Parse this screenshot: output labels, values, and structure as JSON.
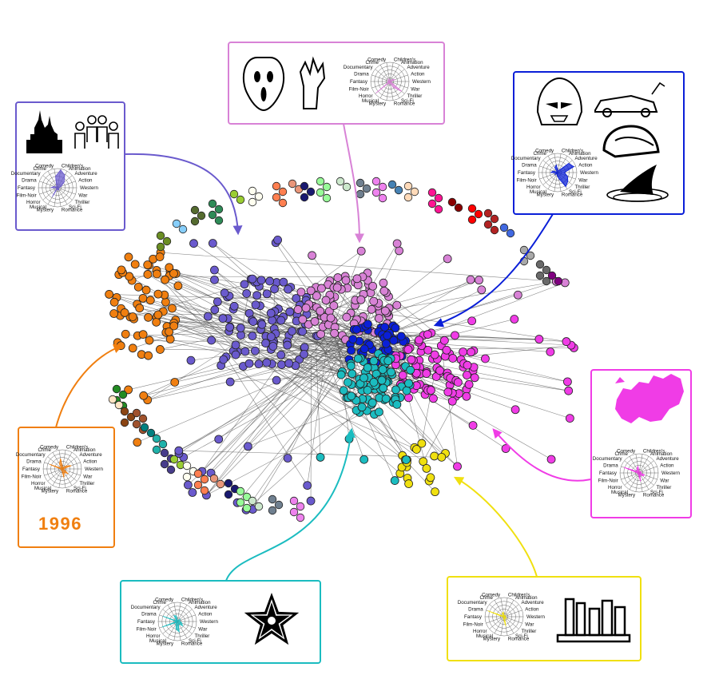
{
  "genres": [
    "Children's",
    "Animation",
    "Adventure",
    "Action",
    "Western",
    "War",
    "Thriller",
    "Sci-Fi",
    "Romance",
    "Mystery",
    "Musical",
    "Horror",
    "Film-Noir",
    "Fantasy",
    "Drama",
    "Documentary",
    "Crime",
    "Comedy"
  ],
  "communities": [
    {
      "id": "kids",
      "color": "#6a5acd",
      "icons": [
        "castle-icon",
        "family-icon"
      ],
      "profile": [
        0.95,
        0.75,
        0.45,
        0.2,
        0.08,
        0.05,
        0.08,
        0.15,
        0.12,
        0.05,
        0.55,
        0.05,
        0.02,
        0.35,
        0.2,
        0.05,
        0.1,
        0.6
      ]
    },
    {
      "id": "horror",
      "color": "#d882d6",
      "icons": [
        "scream-mask-icon",
        "zombie-hand-icon"
      ],
      "profile": [
        0.05,
        0.05,
        0.15,
        0.3,
        0.05,
        0.05,
        0.8,
        0.35,
        0.08,
        0.15,
        0.05,
        0.95,
        0.05,
        0.12,
        0.12,
        0.02,
        0.15,
        0.1
      ]
    },
    {
      "id": "blockbuster",
      "color": "#0a1fd8",
      "icons": [
        "darth-vader-icon",
        "delorean-icon",
        "army-helmet-icon",
        "shark-fin-icon"
      ],
      "profile": [
        0.1,
        0.12,
        0.75,
        0.9,
        0.35,
        0.55,
        0.7,
        0.85,
        0.3,
        0.15,
        0.05,
        0.2,
        0.08,
        0.35,
        0.25,
        0.02,
        0.3,
        0.4
      ]
    },
    {
      "id": "decade",
      "color": "#f07f10",
      "label": "1996",
      "profile": [
        0.1,
        0.08,
        0.25,
        0.5,
        0.05,
        0.1,
        0.4,
        0.2,
        0.45,
        0.1,
        0.05,
        0.1,
        0.02,
        0.1,
        0.7,
        0.05,
        0.3,
        0.55
      ]
    },
    {
      "id": "european",
      "color": "#f03ce6",
      "icons": [
        "europe-map-icon"
      ],
      "profile": [
        0.05,
        0.05,
        0.1,
        0.12,
        0.05,
        0.3,
        0.25,
        0.08,
        0.45,
        0.12,
        0.08,
        0.05,
        0.1,
        0.08,
        0.85,
        0.12,
        0.25,
        0.35
      ]
    },
    {
      "id": "classics",
      "color": "#1bbcc0",
      "icons": [
        "star-award-icon"
      ],
      "profile": [
        0.05,
        0.05,
        0.2,
        0.1,
        0.15,
        0.25,
        0.35,
        0.12,
        0.55,
        0.4,
        0.15,
        0.08,
        0.85,
        0.05,
        0.8,
        0.05,
        0.35,
        0.3
      ]
    },
    {
      "id": "literary",
      "color": "#f0e010",
      "icons": [
        "books-icon"
      ],
      "profile": [
        0.05,
        0.03,
        0.12,
        0.05,
        0.05,
        0.1,
        0.15,
        0.05,
        0.5,
        0.12,
        0.08,
        0.05,
        0.05,
        0.08,
        0.9,
        0.05,
        0.2,
        0.25
      ]
    }
  ],
  "colors": {
    "edge": "#555555",
    "node_stroke": "#222222",
    "small_components": [
      "#9acd32",
      "#fffff0",
      "#ff7f50",
      "#e9967a",
      "#191970",
      "#98fb98",
      "#cce8cc",
      "#708090",
      "#ee82ee",
      "#4682b4",
      "#ffdab9",
      "#ff1493",
      "#8b0000",
      "#ff0000",
      "#b22222",
      "#4169e1",
      "#a9a9a9",
      "#696969",
      "#800080",
      "#556b2f",
      "#2e8b57",
      "#87cefa",
      "#6b8e23",
      "#228b22",
      "#ffe4c4",
      "#8b4513",
      "#a0522d",
      "#008080",
      "#20b2aa",
      "#483d8b"
    ]
  }
}
